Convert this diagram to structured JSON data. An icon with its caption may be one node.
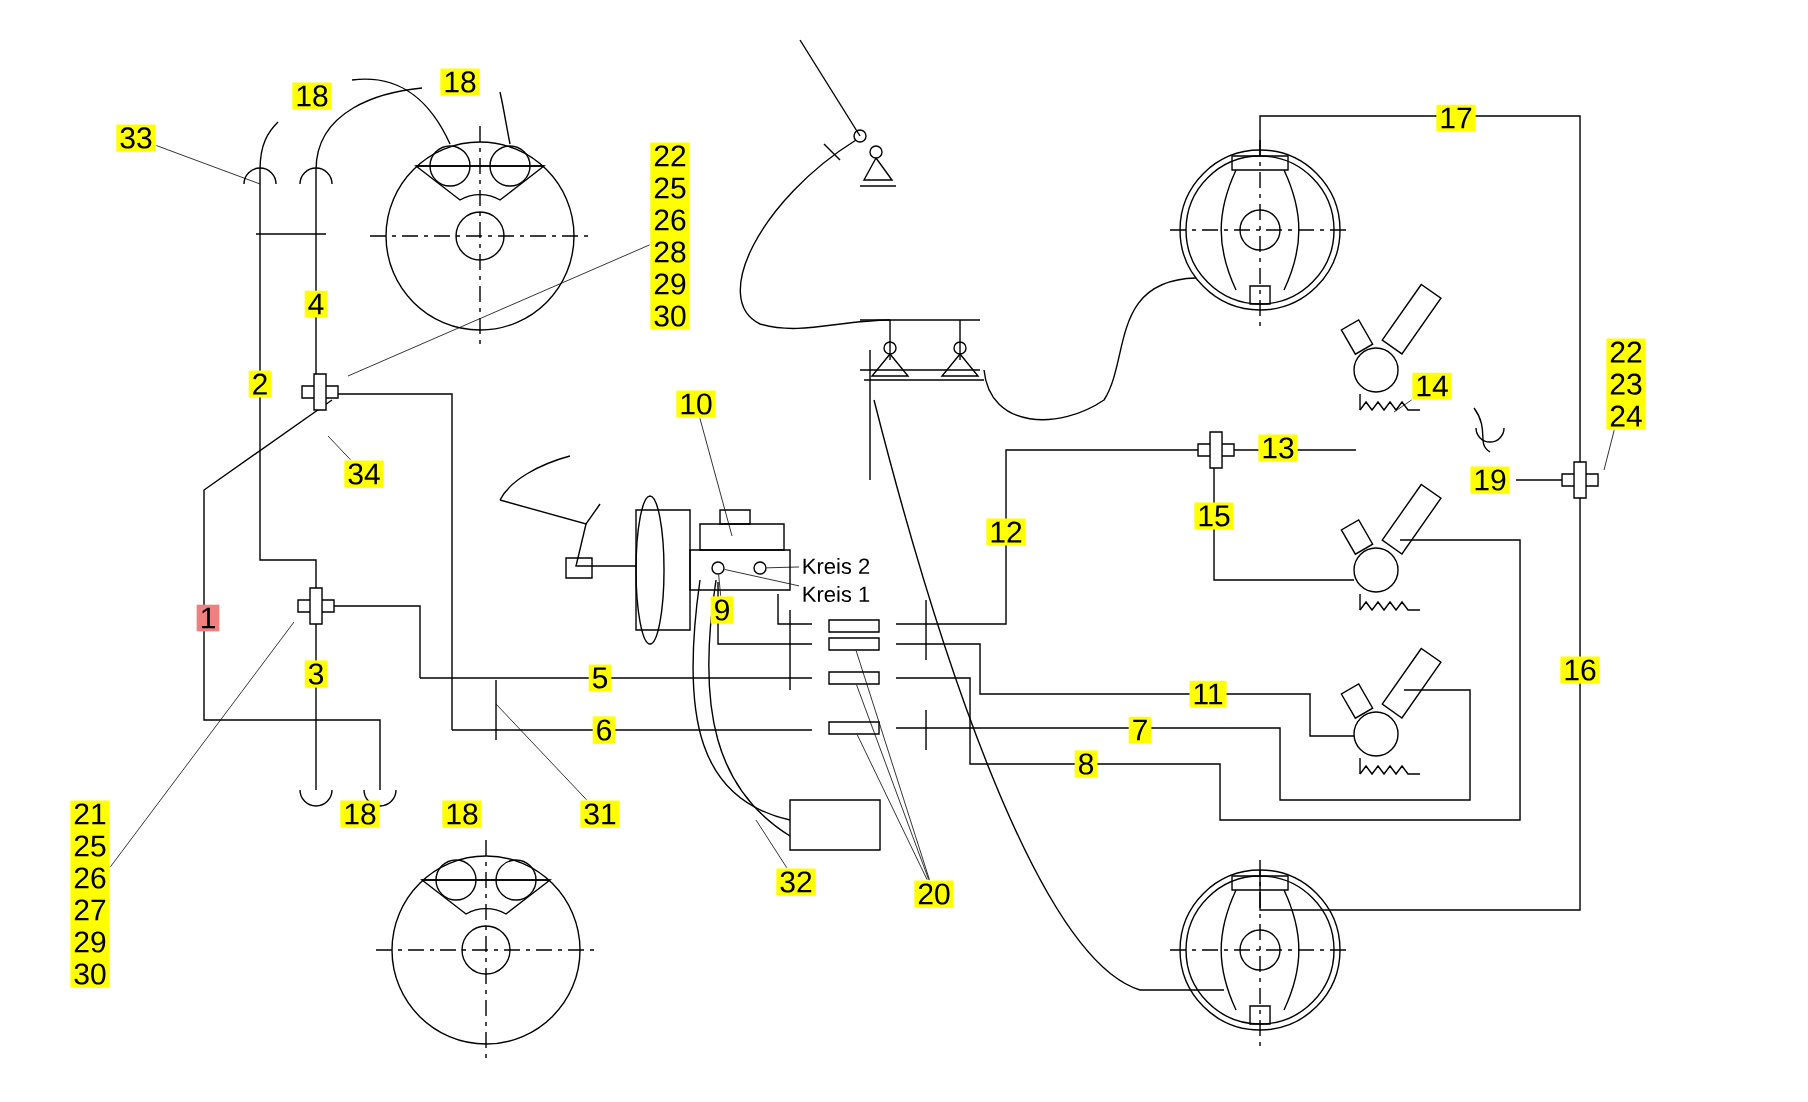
{
  "diagram": {
    "nodes": [
      {
        "text": [
          "33"
        ]
      },
      {
        "text": [
          "18"
        ]
      },
      {
        "text": [
          "18"
        ]
      },
      {
        "text": [
          "22",
          "25",
          "26",
          "28",
          "29",
          "30"
        ]
      },
      {
        "text": [
          "4"
        ]
      },
      {
        "text": [
          "2"
        ]
      },
      {
        "text": [
          "34"
        ]
      },
      {
        "text": [
          "10"
        ]
      },
      {
        "text": [
          "Kreis 2"
        ]
      },
      {
        "text": [
          "Kreis 1"
        ]
      },
      {
        "text": [
          "9"
        ]
      },
      {
        "text": [
          "1"
        ]
      },
      {
        "text": [
          "3"
        ]
      },
      {
        "text": [
          "5"
        ]
      },
      {
        "text": [
          "6"
        ]
      },
      {
        "text": [
          "21",
          "25",
          "26",
          "27",
          "29",
          "30"
        ]
      },
      {
        "text": [
          "18"
        ]
      },
      {
        "text": [
          "18"
        ]
      },
      {
        "text": [
          "31"
        ]
      },
      {
        "text": [
          "32"
        ]
      },
      {
        "text": [
          "20"
        ]
      },
      {
        "text": [
          "17"
        ]
      },
      {
        "text": [
          "14"
        ]
      },
      {
        "text": [
          "22",
          "23",
          "24"
        ]
      },
      {
        "text": [
          "13"
        ]
      },
      {
        "text": [
          "12"
        ]
      },
      {
        "text": [
          "15"
        ]
      },
      {
        "text": [
          "19"
        ]
      },
      {
        "text": [
          "11"
        ]
      },
      {
        "text": [
          "7"
        ]
      },
      {
        "text": [
          "8"
        ]
      },
      {
        "text": [
          "16"
        ]
      },
      {
        "text": [],
        "shape": "circle"
      },
      {
        "text": [],
        "shape": "circle"
      },
      {
        "text": [],
        "shape": "box"
      },
      {
        "text": [],
        "shape": "box"
      },
      {
        "text": [],
        "shape": "box"
      },
      {
        "text": [],
        "shape": "box"
      }
    ],
    "edges": [
      {
        "from": 0,
        "to": null,
        "arrow": "none"
      },
      {
        "from": 3,
        "to": null,
        "arrow": "none"
      },
      {
        "from": 6,
        "to": null,
        "arrow": "none"
      },
      {
        "from": 7,
        "to": null,
        "arrow": "none"
      },
      {
        "from": 8,
        "to": 33,
        "arrow": "none"
      },
      {
        "from": 9,
        "to": 32,
        "arrow": "none"
      },
      {
        "from": 10,
        "to": 32,
        "arrow": "none"
      },
      {
        "from": 15,
        "to": null,
        "arrow": "none"
      },
      {
        "from": 18,
        "to": null,
        "arrow": "none"
      },
      {
        "from": 19,
        "to": null,
        "arrow": "none"
      },
      {
        "from": 20,
        "to": 35,
        "arrow": "none"
      },
      {
        "from": 20,
        "to": 36,
        "arrow": "none"
      },
      {
        "from": 20,
        "to": 37,
        "arrow": "none"
      },
      {
        "from": 22,
        "to": null,
        "arrow": "none"
      },
      {
        "from": 23,
        "to": null,
        "arrow": "none"
      }
    ]
  }
}
